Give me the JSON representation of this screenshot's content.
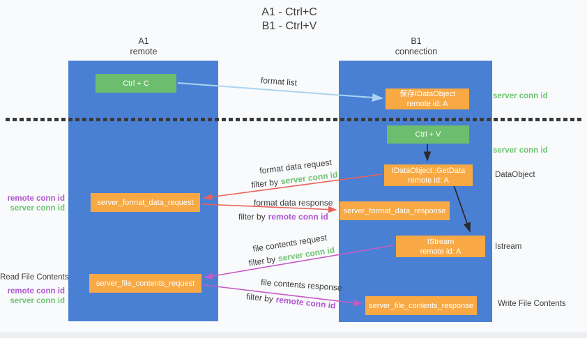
{
  "title": {
    "line1": "A1 - Ctrl+C",
    "line2": "B1 - Ctrl+V"
  },
  "lanes": {
    "left": {
      "title": "A1",
      "subtitle": "remote"
    },
    "right": {
      "title": "B1",
      "subtitle": "connection"
    }
  },
  "boxes": {
    "ctrl_c": {
      "label": "Ctrl + C"
    },
    "save_dataobject": {
      "title": "保存IDataObject",
      "subtitle": "remote id: A"
    },
    "ctrl_v": {
      "label": "Ctrl + V"
    },
    "getdata": {
      "title": "IDataObject::GetData",
      "subtitle": "remote id: A"
    },
    "format_request": {
      "label": "server_format_data_request"
    },
    "format_response": {
      "label": "server_format_data_response"
    },
    "istream": {
      "title": "IStream",
      "subtitle": "remote id: A"
    },
    "file_request": {
      "label": "server_file_contents_request"
    },
    "file_response": {
      "label": "server_file_contents_response"
    }
  },
  "flow_labels": {
    "filter_by": "filter by",
    "format_list": "format list",
    "format_data_request": "format data request",
    "format_data_request_filter_key": "server conn id",
    "format_data_response": "format data response",
    "format_data_response_filter_key": "remote conn id",
    "file_contents_request": "file contents request",
    "file_contents_request_filter_key": "server conn id",
    "file_contents_response": "file contents response",
    "file_contents_response_filter_key": "remote conn id"
  },
  "side_labels": {
    "left": {
      "format_remote_conn_id": "remote conn id",
      "format_server_conn_id": "server conn id",
      "read_file_contents": "Read File Contents",
      "file_remote_conn_id": "remote conn id",
      "file_server_conn_id": "server conn id"
    },
    "right": {
      "server_conn_id_top": "server conn id",
      "server_conn_id_mid": "server conn id",
      "dataobject": "DataObject",
      "istream": "Istream",
      "write_file_contents": "Write File Contents"
    }
  },
  "colors": {
    "lane_blue": "#4a80d4",
    "box_green": "#6cbe6e",
    "box_orange": "#f8a943",
    "arrow_light_blue": "#aad4f0",
    "arrow_red": "#e8625a",
    "arrow_magenta": "#c55bc5",
    "arrow_black": "#2b2b2b",
    "text_green": "#6ec573",
    "text_purple": "#af56d2",
    "text_dark": "#3d3d3d",
    "background": "#f9fafb"
  }
}
